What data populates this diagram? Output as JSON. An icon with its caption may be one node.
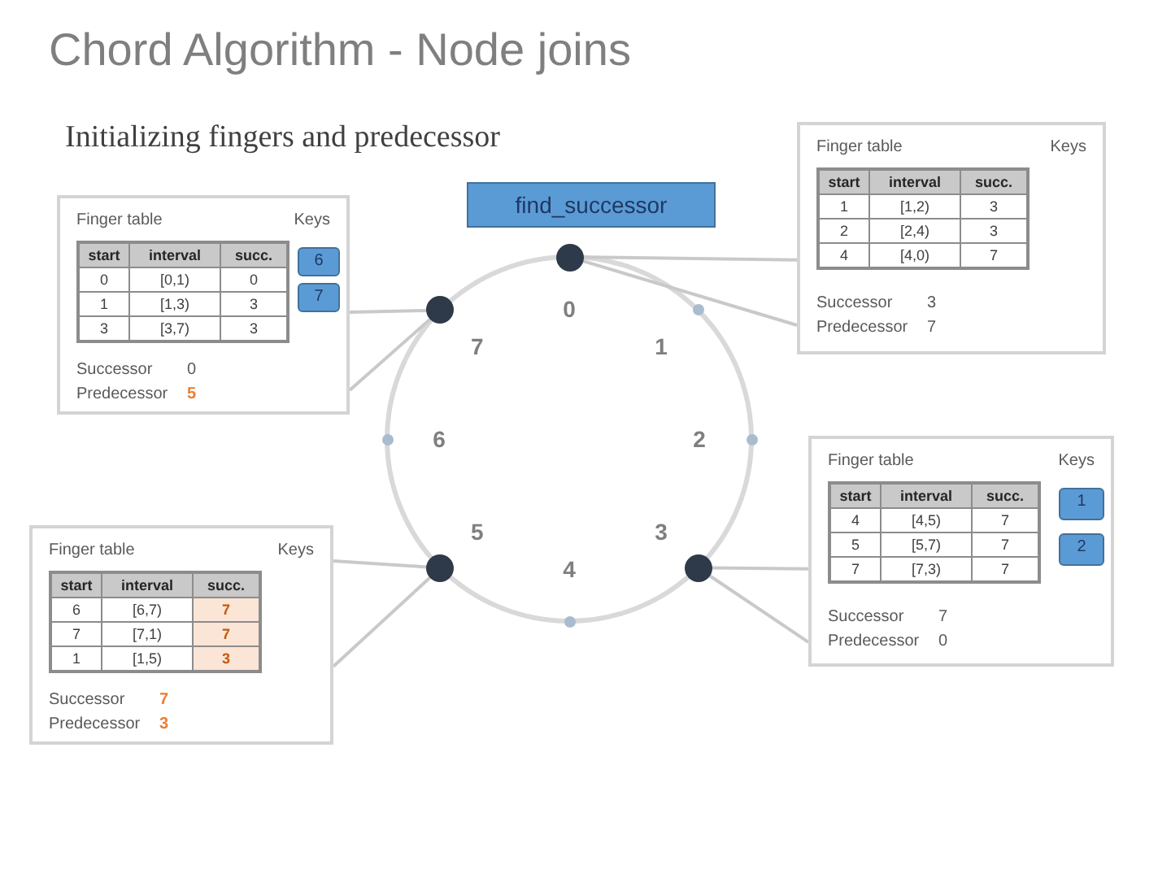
{
  "diagram": {
    "title": "Chord Algorithm - Node joins",
    "nodes": [
      {
        "text": [
          "Finger table",
          "Keys",
          "Successor",
          "3",
          "Predecessor",
          "7"
        ]
      },
      {
        "text": [
          "start",
          "interval",
          "succ.",
          "1",
          "[1,2)",
          "3",
          "2",
          "[2,4)",
          "3",
          "4",
          "[4,0)",
          "7"
        ],
        "in": 0
      },
      {
        "text": [
          "find_successor"
        ]
      },
      {
        "text": [
          "Finger table",
          "Keys",
          "Successor",
          "0",
          "Predecessor",
          "5"
        ]
      },
      {
        "text": [
          "start",
          "interval",
          "succ.",
          "0",
          "[0,1)",
          "0",
          "1",
          "[1,3)",
          "3",
          "3",
          "[3,7)",
          "3"
        ],
        "in": 3
      },
      {
        "text": [
          "6"
        ],
        "in": 3
      },
      {
        "text": [
          "7"
        ],
        "in": 3
      },
      {
        "text": [],
        "shape": "circle",
        "beside": [
          "0"
        ]
      },
      {
        "text": [],
        "shape": "circle",
        "beside": [
          "7"
        ]
      },
      {
        "text": [],
        "shape": "circle",
        "beside": [
          "1"
        ]
      },
      {
        "text": [],
        "shape": "circle",
        "beside": [
          "6"
        ]
      },
      {
        "text": [],
        "shape": "circle",
        "beside": [
          "2"
        ]
      },
      {
        "text": [
          "Finger table",
          "Keys",
          "Successor",
          "7",
          "Predecessor",
          "0"
        ]
      },
      {
        "text": [
          "start",
          "interval",
          "succ.",
          "4",
          "[4,5)",
          "7",
          "5",
          "[5,7)",
          "7",
          "7",
          "[7,3)",
          "7"
        ],
        "in": 12
      },
      {
        "text": [
          "1"
        ],
        "in": 12
      },
      {
        "text": [
          "2"
        ],
        "in": 12
      },
      {
        "text": [
          "Finger table",
          "Keys",
          "Successor",
          "7",
          "Predecessor",
          "3"
        ]
      },
      {
        "text": [
          "start",
          "interval",
          "succ.",
          "6",
          "[6,7)",
          "7",
          "7",
          "[7,1)",
          "7",
          "1",
          "[1,5)",
          "3"
        ],
        "in": 16
      },
      {
        "text": [],
        "shape": "circle",
        "beside": [
          "5"
        ]
      },
      {
        "text": [],
        "shape": "circle",
        "beside": [
          "3"
        ]
      },
      {
        "text": [],
        "shape": "circle",
        "beside": [
          "4"
        ]
      }
    ],
    "edges": [
      {
        "from": 7,
        "to": 0,
        "arrow": "none"
      },
      {
        "from": 7,
        "to": 0,
        "arrow": "none"
      },
      {
        "from": 8,
        "to": 3,
        "arrow": "none"
      },
      {
        "from": 8,
        "to": 3,
        "arrow": "none"
      },
      {
        "from": 18,
        "to": 16,
        "arrow": "none"
      },
      {
        "from": 18,
        "to": 16,
        "arrow": "none"
      },
      {
        "from": 19,
        "to": 12,
        "arrow": "none"
      },
      {
        "from": 19,
        "to": 12,
        "arrow": "none"
      }
    ],
    "labels": [
      "Initializing fingers and predecessor"
    ]
  }
}
